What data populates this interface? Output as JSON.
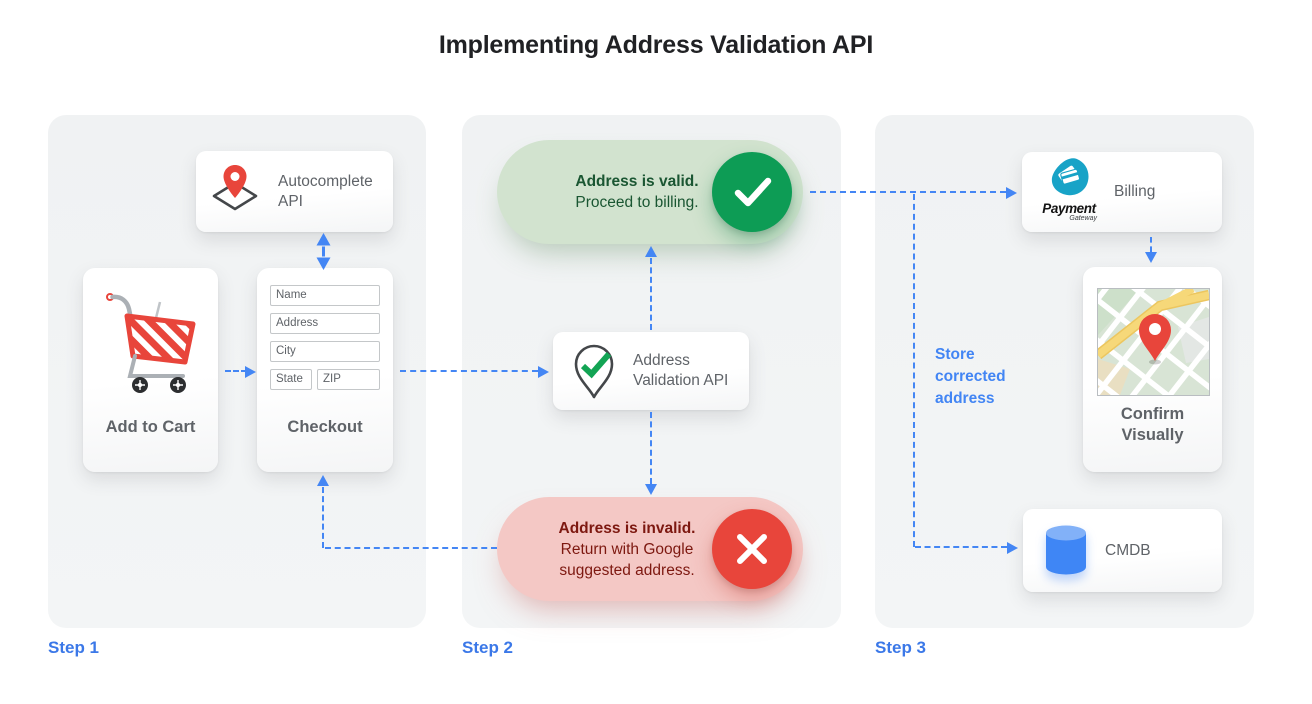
{
  "title": "Implementing Address Validation API",
  "colors": {
    "accent_blue": "#4285F4",
    "success_green": "#0D9C55",
    "valid_pill_bg": "#D2E3CF",
    "valid_text": "#1A5632",
    "error_red": "#E8453B",
    "invalid_pill_bg": "#F4C8C5",
    "invalid_text": "#7D1810",
    "panel_bg": "#F1F3F4",
    "label_gray": "#5F6368",
    "title_color": "#202124"
  },
  "icons": {
    "autocomplete": "map-pin-diamond-icon",
    "cart": "shopping-cart-icon",
    "validation": "pin-check-icon",
    "valid": "check-circle-icon",
    "invalid": "x-circle-icon",
    "billing": "payment-gateway-logo",
    "confirm": "map-thumbnail",
    "cmdb": "database-icon"
  },
  "steps": {
    "s1": "Step 1",
    "s2": "Step 2",
    "s3": "Step 3"
  },
  "step1": {
    "autocomplete": {
      "label": "Autocomplete API"
    },
    "cart": {
      "label": "Add to Cart"
    },
    "checkout": {
      "label": "Checkout",
      "fields": [
        "Name",
        "Address",
        "City",
        "State",
        "ZIP"
      ]
    }
  },
  "step2": {
    "valid": {
      "title": "Address is valid.",
      "subtitle": "Proceed to billing."
    },
    "api": {
      "label": "Address Validation API"
    },
    "invalid": {
      "title": "Address is invalid.",
      "subtitle": "Return with Google suggested address."
    }
  },
  "step3": {
    "billing": {
      "label": "Billing",
      "logo_title": "Payment",
      "logo_subtitle": "Gateway"
    },
    "confirm": {
      "label": "Confirm Visually"
    },
    "cmdb": {
      "label": "CMDB"
    },
    "annotation": "Store corrected address"
  }
}
